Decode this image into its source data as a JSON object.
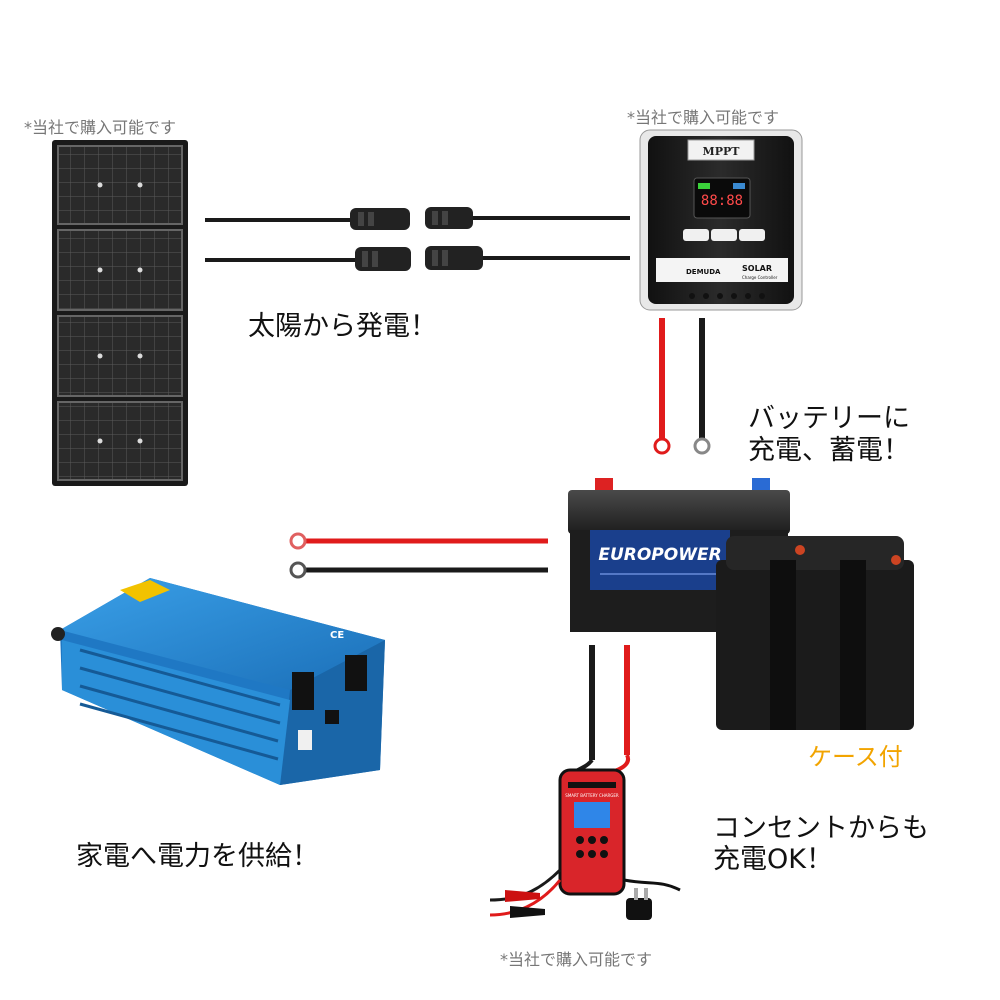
{
  "notes": {
    "panel_note": "*当社で購入可能です",
    "controller_note": "*当社で購入可能です",
    "charger_note": "*当社で購入可能です"
  },
  "captions": {
    "solar": "太陽から発電！",
    "battery_line1": "バッテリーに",
    "battery_line2": "充電、蓄電！",
    "case": "ケース付",
    "outlet_line1": "コンセントからも",
    "outlet_line2": "充電OK！",
    "appliance": "家電へ電力を供給！"
  },
  "devices": {
    "controller_header": "MPPT",
    "controller_brand": "DEMUDA",
    "controller_model": "SOLAR",
    "controller_sub": "Charge Controller",
    "controller_display": "88:88",
    "battery_brand": "EUROPOWER",
    "inverter_marks": "CE",
    "charger_title": "SMART BATTERY CHARGER"
  },
  "colors": {
    "red_wire": "#e01b1b",
    "black_wire": "#1a1a1a",
    "inverter_blue": "#2a8fd8",
    "case_text": "#f2a400",
    "charger_red": "#d9252a"
  }
}
